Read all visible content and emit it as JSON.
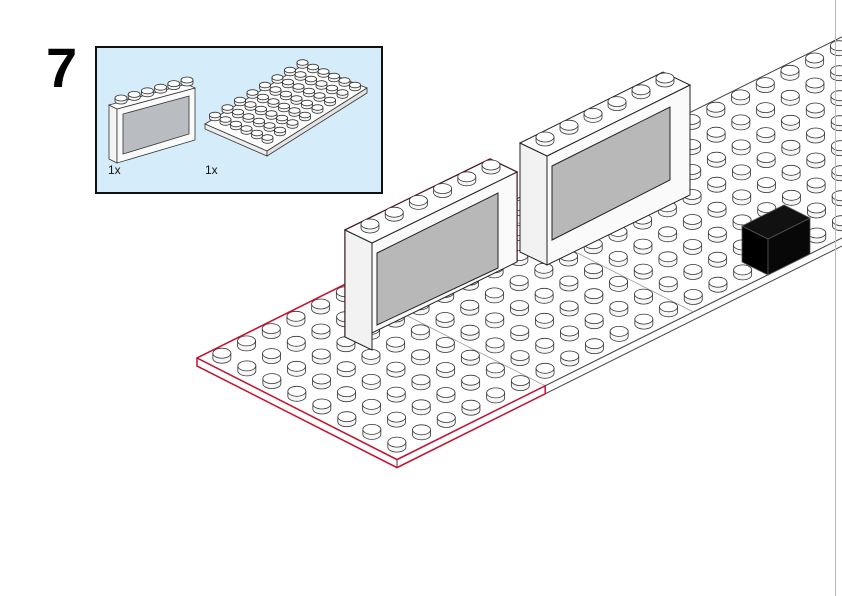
{
  "step": {
    "number": "7"
  },
  "parts_list": {
    "items": [
      {
        "name": "window-1x6x3",
        "quantity": "1x"
      },
      {
        "name": "plate-6x8",
        "quantity": "1x"
      }
    ]
  },
  "colors": {
    "highlight": "#c8102e",
    "panel": "#d5ecfb",
    "glass": "#b8b8b8",
    "brick": "#050505"
  }
}
